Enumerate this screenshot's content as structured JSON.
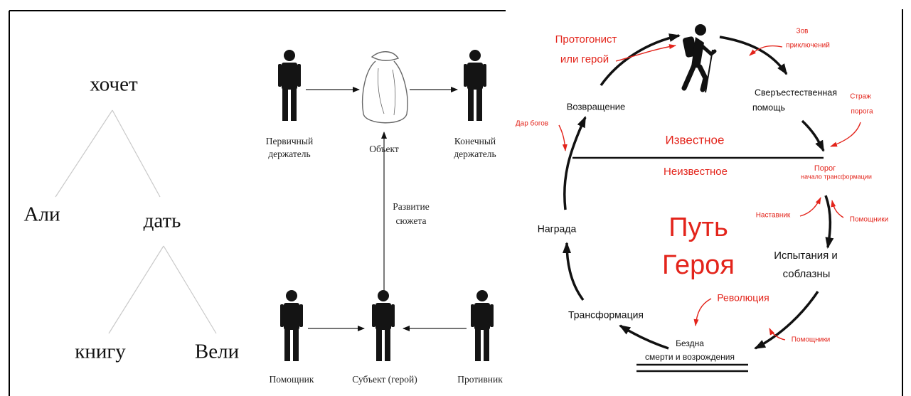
{
  "tree": {
    "root": "хочет",
    "left_leaf": "Али",
    "verb": "дать",
    "object": "книгу",
    "recipient": "Вели"
  },
  "actants": {
    "sender": [
      "Первичный",
      "держатель"
    ],
    "object": "Объект",
    "receiver": [
      "Конечный",
      "держатель"
    ],
    "plot": [
      "Развитие",
      "сюжета"
    ],
    "helper": "Помощник",
    "subject": "Субъект (герой)",
    "opponent": "Противник"
  },
  "hero_journey": {
    "title": [
      "Путь",
      "Героя"
    ],
    "protagonist": [
      "Протогонист",
      "или герой"
    ],
    "call": [
      "Зов",
      "приключений"
    ],
    "supernatural": [
      "Сверъестественная",
      "помощь"
    ],
    "guardian": [
      "Страж",
      "порога"
    ],
    "gift": "Дар богов",
    "return": "Возвращение",
    "known": "Известное",
    "unknown": "Неизвестное",
    "threshold": [
      "Порог",
      "начало трансформации"
    ],
    "mentor": "Наставник",
    "helpers_1": "Помощники",
    "reward": "Награда",
    "trials": [
      "Испытания и",
      "соблазны"
    ],
    "revolution": "Революция",
    "transformation": "Трансформация",
    "abyss": [
      "Бездна",
      "смерти и возрождения"
    ],
    "helpers_2": "Помощники",
    "accent_color": "#e3241b",
    "ink_color": "#111111"
  }
}
